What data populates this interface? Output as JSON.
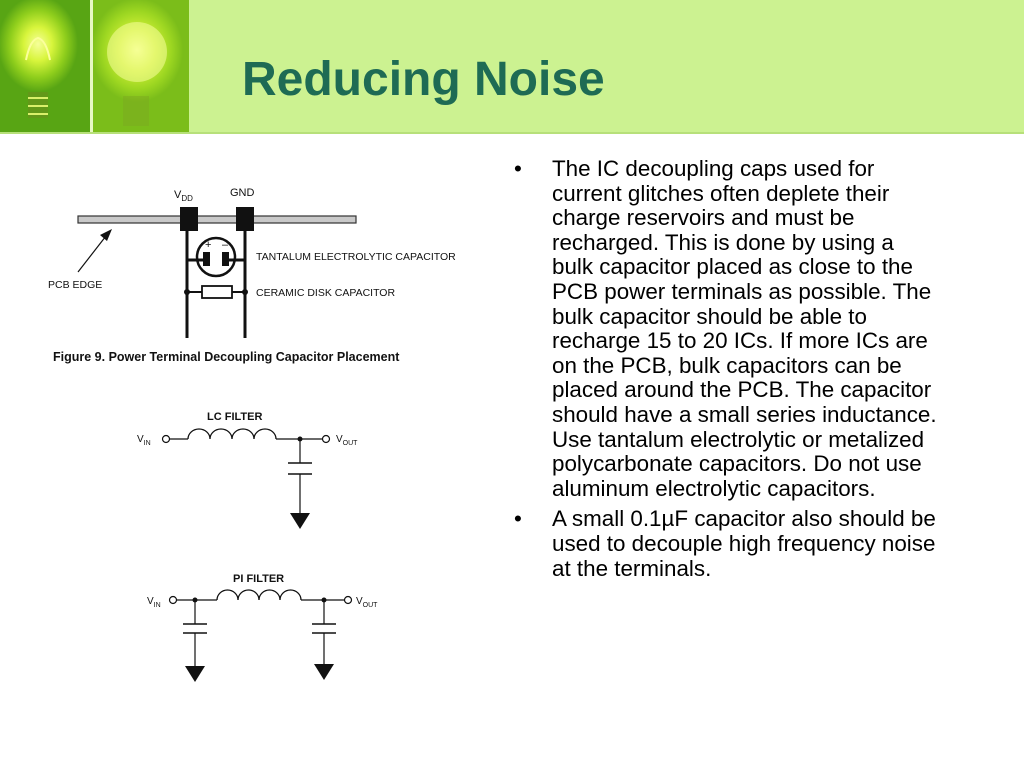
{
  "slide": {
    "title": "Reducing Noise",
    "bullets": [
      {
        "marker": "•",
        "text": "The IC decoupling caps used for current glitches often deplete their charge reservoirs and must be recharged. This is done by using a bulk capacitor placed as close to the PCB power terminals as possible. The bulk capacitor should be able to recharge 15 to 20 ICs. If more ICs are on the PCB, bulk capacitors can be placed around the PCB. The capacitor should have a small series inductance. Use tantalum electrolytic or metalized polycarbonate capacitors. Do not use aluminum electrolytic capacitors."
      },
      {
        "marker": "•",
        "text": "A small 0.1µF capacitor also should be used to decouple high frequency noise at the terminals."
      }
    ]
  },
  "figure9": {
    "vdd_main": "V",
    "vdd_sub": "DD",
    "gnd": "GND",
    "pcb_edge": "PCB EDGE",
    "tantalum": "TANTALUM ELECTROLYTIC CAPACITOR",
    "ceramic": "CERAMIC DISK CAPACITOR",
    "caption": "Figure 9.  Power Terminal Decoupling Capacitor Placement",
    "plus": "+",
    "minus": "–"
  },
  "lc_filter": {
    "title": "LC FILTER",
    "vin_main": "V",
    "vin_sub": "IN",
    "vout_main": "V",
    "vout_sub": "OUT"
  },
  "pi_filter": {
    "title": "PI FILTER",
    "vin_main": "V",
    "vin_sub": "IN",
    "vout_main": "V",
    "vout_sub": "OUT"
  },
  "colors": {
    "title": "#1e6b54",
    "header_bg": "#ccf291"
  }
}
